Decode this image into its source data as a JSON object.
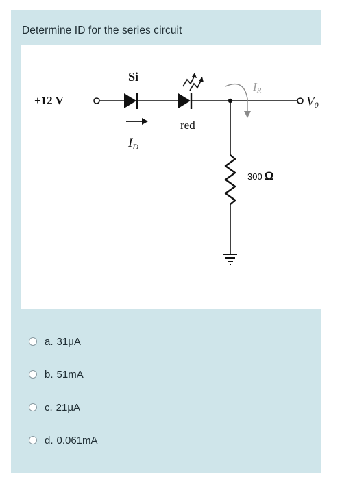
{
  "question": {
    "title": "Determine ID for the series circuit"
  },
  "circuit": {
    "source_label": "+12 V",
    "diode_si_label": "Si",
    "diode_led_label": "red",
    "current_id_label": "I",
    "current_id_sub": "D",
    "current_ir_label": "I",
    "current_ir_sub": "R",
    "output_label": "V",
    "output_sub": "0",
    "resistor_value": "300",
    "resistor_unit": "Ω"
  },
  "answers": [
    {
      "letter": "a.",
      "text": "31μA"
    },
    {
      "letter": "b.",
      "text": "51mA"
    },
    {
      "letter": "c.",
      "text": "21μA"
    },
    {
      "letter": "d.",
      "text": "0.061mA"
    }
  ]
}
